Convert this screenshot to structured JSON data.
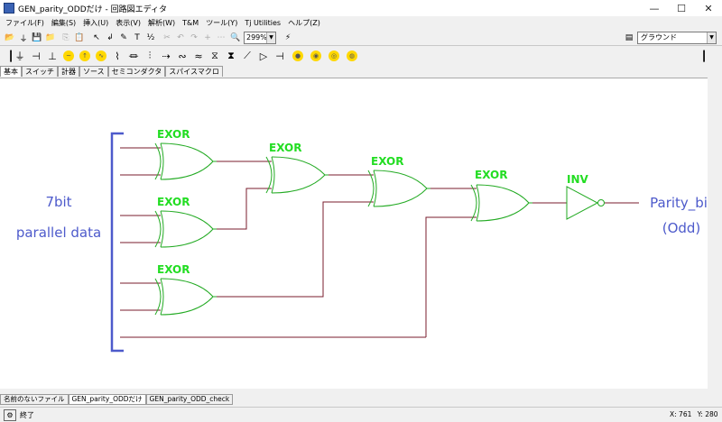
{
  "window": {
    "title": "GEN_parity_ODDだけ - 回路図エディタ"
  },
  "menu": [
    {
      "label": "ファイル(F)"
    },
    {
      "label": "編集(S)"
    },
    {
      "label": "挿入(U)"
    },
    {
      "label": "表示(V)"
    },
    {
      "label": "解析(W)"
    },
    {
      "label": "T&M"
    },
    {
      "label": "ツール(Y)"
    },
    {
      "label": "Tj Utilities"
    },
    {
      "label": "ヘルプ(Z)"
    }
  ],
  "toolbar": {
    "zoom": "299%",
    "layer": "グラウンド"
  },
  "component_tabs": [
    "基本",
    "スイッチ",
    "計器",
    "ソース",
    "セミコンダクタ",
    "スパイスマクロ"
  ],
  "circuit": {
    "gates": [
      {
        "label": "EXOR"
      },
      {
        "label": "EXOR"
      },
      {
        "label": "EXOR"
      },
      {
        "label": "EXOR"
      },
      {
        "label": "EXOR"
      },
      {
        "label": "EXOR"
      },
      {
        "label": "INV"
      }
    ],
    "input_label_line1": "7bit",
    "input_label_line2": "parallel data",
    "output_label_line1": "Parity_bit",
    "output_label_line2": "(Odd)",
    "colors": {
      "gate": "#22aa22",
      "label": "#22dd22",
      "wire": "#7a1c2e",
      "annotation": "#4d5acb"
    }
  },
  "file_tabs": [
    "名前のないファイル",
    "GEN_parity_ODDだけ",
    "GEN_parity_ODD_check"
  ],
  "status": {
    "text": "終了",
    "x": "X: 761",
    "y": "Y: 280"
  }
}
